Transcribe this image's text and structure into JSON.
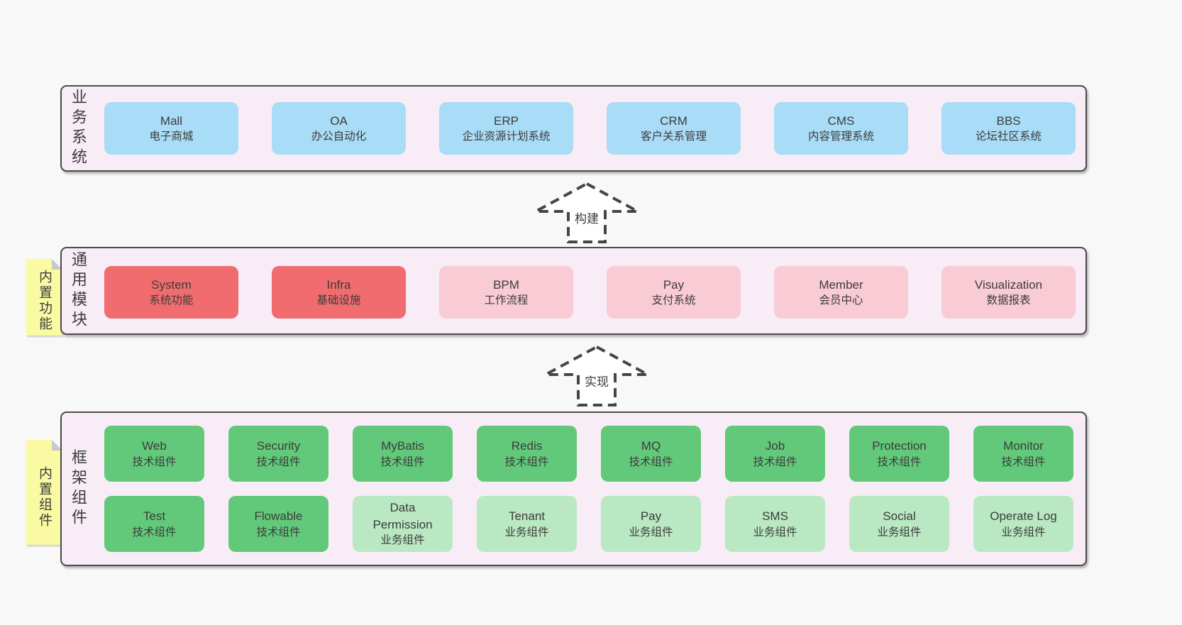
{
  "palette": {
    "page_bg": "#f8f8f8",
    "panel_bg": "#f8edf6",
    "panel_border": "#4b4b4b",
    "blue": "#a9dcf6",
    "red": "#f16c6e",
    "pink": "#f9cbd5",
    "green": "#62c97a",
    "light_green": "#b9e8c2",
    "yellow_note": "#fafaa2",
    "note_fold": "#c9c9c9",
    "text": "#3c3c3c"
  },
  "arrows": {
    "build": "构建",
    "implement": "实现"
  },
  "layers": {
    "business": {
      "label": "业务系统",
      "boxes": [
        {
          "name": "Mall",
          "desc": "电子商城",
          "variant": "blue"
        },
        {
          "name": "OA",
          "desc": "办公自动化",
          "variant": "blue"
        },
        {
          "name": "ERP",
          "desc": "企业资源计划系统",
          "variant": "blue"
        },
        {
          "name": "CRM",
          "desc": "客户关系管理",
          "variant": "blue"
        },
        {
          "name": "CMS",
          "desc": "内容管理系统",
          "variant": "blue"
        },
        {
          "name": "BBS",
          "desc": "论坛社区系统",
          "variant": "blue"
        }
      ]
    },
    "modules": {
      "label": "通用模块",
      "note": "内置功能",
      "boxes": [
        {
          "name": "System",
          "desc": "系统功能",
          "variant": "red"
        },
        {
          "name": "Infra",
          "desc": "基础设施",
          "variant": "red"
        },
        {
          "name": "BPM",
          "desc": "工作流程",
          "variant": "pink"
        },
        {
          "name": "Pay",
          "desc": "支付系统",
          "variant": "pink"
        },
        {
          "name": "Member",
          "desc": "会员中心",
          "variant": "pink"
        },
        {
          "name": "Visualization",
          "desc": "数据报表",
          "variant": "pink"
        }
      ]
    },
    "framework": {
      "label": "框架组件",
      "note": "内置组件",
      "row1": [
        {
          "name": "Web",
          "desc": "技术组件",
          "variant": "green"
        },
        {
          "name": "Security",
          "desc": "技术组件",
          "variant": "green"
        },
        {
          "name": "MyBatis",
          "desc": "技术组件",
          "variant": "green"
        },
        {
          "name": "Redis",
          "desc": "技术组件",
          "variant": "green"
        },
        {
          "name": "MQ",
          "desc": "技术组件",
          "variant": "green"
        },
        {
          "name": "Job",
          "desc": "技术组件",
          "variant": "green"
        },
        {
          "name": "Protection",
          "desc": "技术组件",
          "variant": "green"
        },
        {
          "name": "Monitor",
          "desc": "技术组件",
          "variant": "green"
        }
      ],
      "row2": [
        {
          "name": "Test",
          "desc": "技术组件",
          "variant": "green"
        },
        {
          "name": "Flowable",
          "desc": "技术组件",
          "variant": "green"
        },
        {
          "name": "Data Permission",
          "desc": "业务组件",
          "variant": "green-light"
        },
        {
          "name": "Tenant",
          "desc": "业务组件",
          "variant": "green-light"
        },
        {
          "name": "Pay",
          "desc": "业务组件",
          "variant": "green-light"
        },
        {
          "name": "SMS",
          "desc": "业务组件",
          "variant": "green-light"
        },
        {
          "name": "Social",
          "desc": "业务组件",
          "variant": "green-light"
        },
        {
          "name": "Operate Log",
          "desc": "业务组件",
          "variant": "green-light"
        }
      ]
    }
  }
}
